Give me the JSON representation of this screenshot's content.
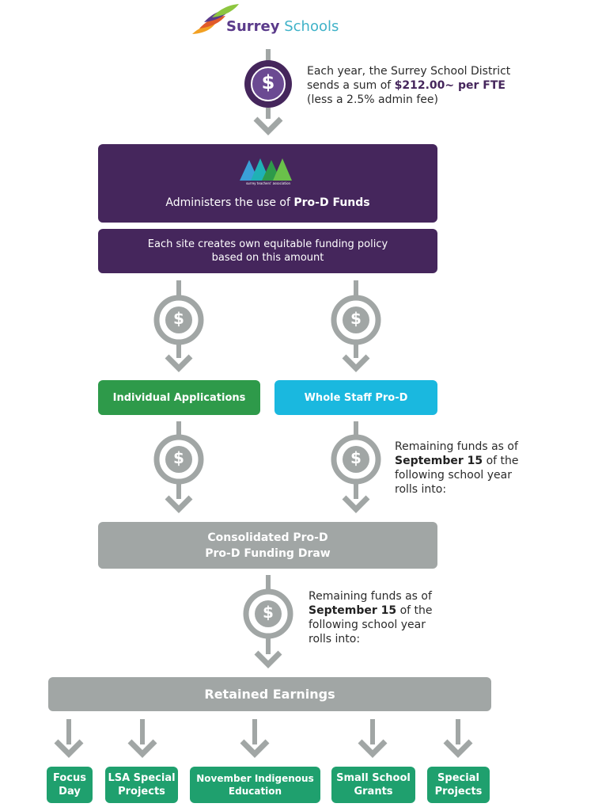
{
  "logo": {
    "part1": "Surrey",
    "part2": "Schools"
  },
  "intro_note": {
    "line1": "Each year, the Surrey School District",
    "line2_prefix": "sends a sum of ",
    "line2_amount": "$212.00~ per FTE",
    "line3": "(less a 2.5% admin fee)"
  },
  "sta": {
    "logo_caption": "surrey teachers' association",
    "admin_prefix": "Administers the use of ",
    "admin_bold": "Pro-D Funds",
    "policy_line1": "Each site creates own equitable  funding policy",
    "policy_line2": "based on this amount"
  },
  "dollar_symbol": "$",
  "branches": {
    "individual": "Individual Applications",
    "whole_staff": "Whole Staff Pro-D"
  },
  "remaining_note": {
    "line1": "Remaining funds as of",
    "line2_bold": "September 15",
    "line2_rest": " of the",
    "line3": "following school year",
    "line4": "rolls into:"
  },
  "consolidated": {
    "line1": "Consolidated Pro-D",
    "line2": "Pro-D Funding Draw"
  },
  "retained": "Retained Earnings",
  "outcomes": [
    {
      "line1": "Focus",
      "line2": "Day"
    },
    {
      "line1": "LSA Special",
      "line2": "Projects"
    },
    {
      "line1": "November Indigenous",
      "line2": "Education"
    },
    {
      "line1": "Small School",
      "line2": "Grants"
    },
    {
      "line1": "Special",
      "line2": "Projects"
    }
  ],
  "colors": {
    "purple": "#45265c",
    "green": "#2e9a4a",
    "cyan": "#1ab8df",
    "grey": "#a1a6a5",
    "teal": "#1fa06e",
    "coin_purple": "#6b4a92"
  }
}
